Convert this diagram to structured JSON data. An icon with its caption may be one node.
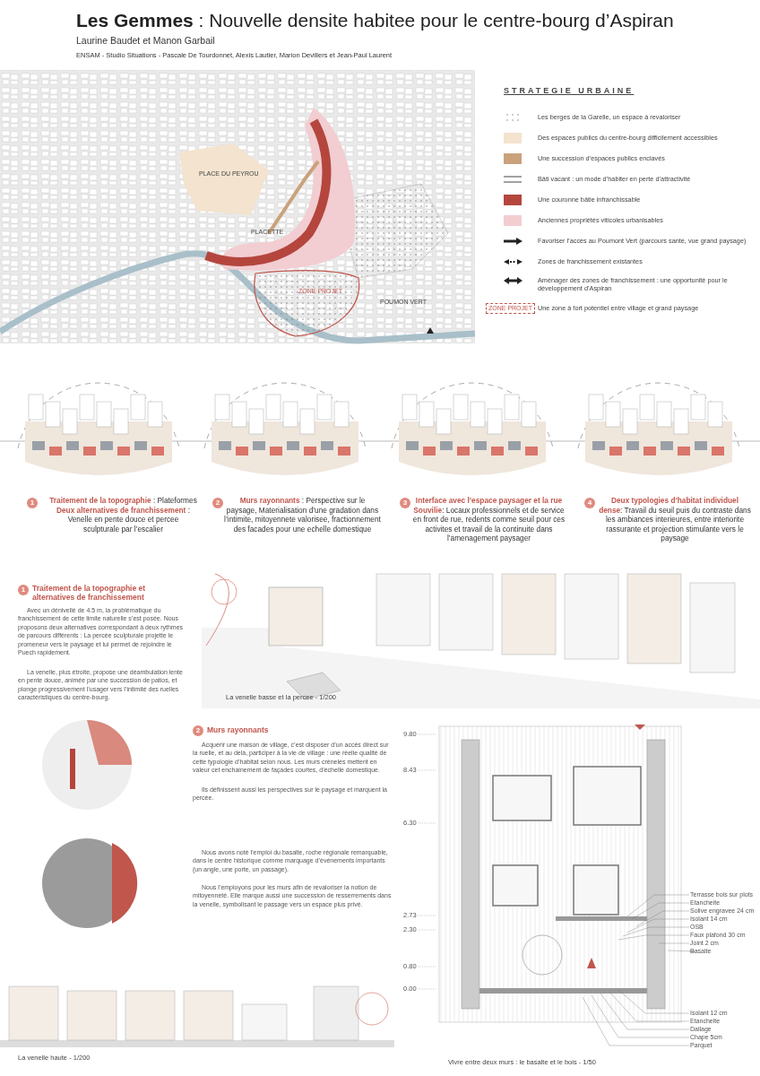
{
  "diagram": {
    "title": "**Les Gemmes** : Nouvelle densite habitee pour le centre-bourg d’Aspiran",
    "nodes": [
      {
        "text": [
          "Terrasse bois sur plots"
        ]
      },
      {
        "text": [
          "Etancheite"
        ]
      },
      {
        "text": [
          "Solive engravee 24 cm"
        ]
      },
      {
        "text": [
          "Isolant 14 cm"
        ]
      },
      {
        "text": [
          "OSB"
        ]
      },
      {
        "text": [
          "Faux plafond 30 cm"
        ]
      },
      {
        "text": [
          "Joint 2 cm"
        ]
      },
      {
        "text": [
          "Basalte"
        ]
      },
      {
        "text": [
          "Isolant 12 cm"
        ]
      },
      {
        "text": [
          "Etancheite"
        ]
      },
      {
        "text": [
          "Dallage"
        ]
      },
      {
        "text": [
          "Chape 5cm"
        ]
      },
      {
        "text": [
          "Parquet"
        ]
      }
    ],
    "edges": [
      {
        "from": 0,
        "to": null,
        "arrow": "none"
      },
      {
        "from": 1,
        "to": null,
        "arrow": "none"
      },
      {
        "from": 2,
        "to": null,
        "arrow": "none"
      },
      {
        "from": 3,
        "to": null,
        "arrow": "none"
      },
      {
        "from": 4,
        "to": null,
        "arrow": "none"
      },
      {
        "from": 5,
        "to": null,
        "arrow": "none"
      },
      {
        "from": 6,
        "to": null,
        "arrow": "none"
      },
      {
        "from": 7,
        "to": null,
        "arrow": "none"
      },
      {
        "from": 8,
        "to": null,
        "arrow": "none"
      },
      {
        "from": 9,
        "to": null,
        "arrow": "none"
      },
      {
        "from": 10,
        "to": null,
        "arrow": "none"
      },
      {
        "from": 11,
        "to": null,
        "arrow": "none"
      },
      {
        "from": 12,
        "to": null,
        "arrow": "none"
      }
    ],
    "labels": [
      "Laurine Baudet et Manon Garbail",
      "ENSAM - Studio Situations - Pascale De Tourdonnet, Alexis Lautier, Marion Devillers et Jean-Paul Laurent",
      "PLACE DU PEYROU",
      "PLACETTE",
      "ZONE PROJET",
      "POUMON VERT",
      "STRATEGIE URBAINE",
      "ZONE PROJET",
      "1",
      "**Traitement de la topographie** : Plateformes **Deux alternatives de franchissement** : Venelle en pente douce et percee sculpturale par l’escalier",
      "2",
      "**Murs rayonnants** : Perspective sur le paysage, Materialisation d’une gradation dans l’intimite, mitoyennete valorisee, fractionnement des facades pour une echelle domestique",
      "3",
      "**Interface avec l’espace paysager et la rue Souvilie**: Locaux professionnels et de service en front de rue, redents comme seuil pour ces activites et travail de la continuite dans l’amenagement paysager",
      "4",
      "**Deux typologies d’habitat individuel dense**: Travail du seuil puis du contraste dans les ambiances interieures, entre interiorite rassurante et projection stimulante vers le paysage",
      "1",
      "Traitement de la topographie et alternatives de franchissement",
      "Avec un dénivellé de 4.5 m, la problématique du franchissement de cette limite naturelle s’est posée. Nous proposons deux alternatives correspondant à deux rythmes de parcours différents : La percée sculpturale projette le promeneur vers le paysage et lui permet de rejoindre le Puech rapidement.",
      "La venelle, plus étroite, propose une déambulation lente en pente douce, animée par une succession de patios, et plonge progressivement l’usager vers l’intimité des ruelles caractéristiques du centre-bourg.",
      "La venelle basse et la percee - 1/200",
      "2",
      "Murs rayonnants",
      "Acquérir une maison de village, c’est disposer d’un accès direct sur la ruelle, et au delà, participer à la vie de village : une réelle qualité de cette typologie d’habitat selon nous. Les murs crénelés mettent en valeur cet enchainement de façades courtes, d’échelle domestique.",
      "Ils définissent aussi les perspectives sur le paysage et marquent la percée.",
      "9.80",
      "8.43",
      "6.30",
      "Nous avons noté l’emploi du basalte, roche régionale remarquable, dans le centre historique comme marquage d’événements importants (un angle, une porte, un passage).",
      "Nous l’employons pour les murs afin de revaloriser la notion de mitoyenneté. Elle marque aussi une succession de resserrements dans la venelle, symbolisant le passage vers un espace plus privé.",
      "2.73",
      "2.30",
      "0.80",
      "0.00",
      "La venelle haute - 1/200",
      "Vivre entre deux murs : le basalte et le bois - 1/50"
    ],
    "legend": [
      {
        "text": "Les berges de la Garelle, un espace à revaloriser"
      },
      {
        "text": "Des espaces publics du centre-bourg difficilement accessibles",
        "color": "#f3e3cf"
      },
      {
        "text": "Une succession d’espaces publics enclavés",
        "color": "#c9a27c"
      },
      {
        "text": "Bâti vacant : un mode d’habiter en perte d’attractivité"
      },
      {
        "text": "Une couronne bâtie infranchissable",
        "color": "#b4463e"
      },
      {
        "text": "Anciennes propriétés viticoles urbanisables",
        "color": "#f2cdd1"
      },
      {
        "text": "Favoriser l’accès au Poumont Vert (parcours santé, vue grand paysage)"
      },
      {
        "text": "Zones de franchissement existantes"
      },
      {
        "text": "Aménager des zones de franchissement : une opportunité pour le développement d’Aspiran"
      },
      {
        "text": "Une zone à fort potentiel entre village et grand paysage"
      }
    ]
  }
}
